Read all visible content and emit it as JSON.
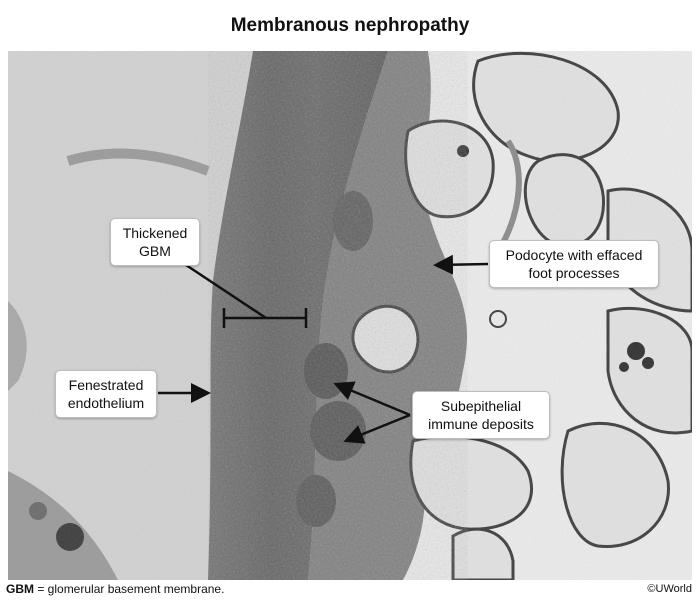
{
  "title": "Membranous nephropathy",
  "labels": {
    "thickened_gbm": [
      "Thickened",
      "GBM"
    ],
    "fenestrated_endothelium": [
      "Fenestrated",
      "endothelium"
    ],
    "podocyte": [
      "Podocyte with effaced",
      "foot processes"
    ],
    "subepithelial": [
      "Subepithelial",
      "immune deposits"
    ]
  },
  "footnote": {
    "abbr": "GBM",
    "text": " = glomerular basement membrane."
  },
  "copyright": "©UWorld"
}
